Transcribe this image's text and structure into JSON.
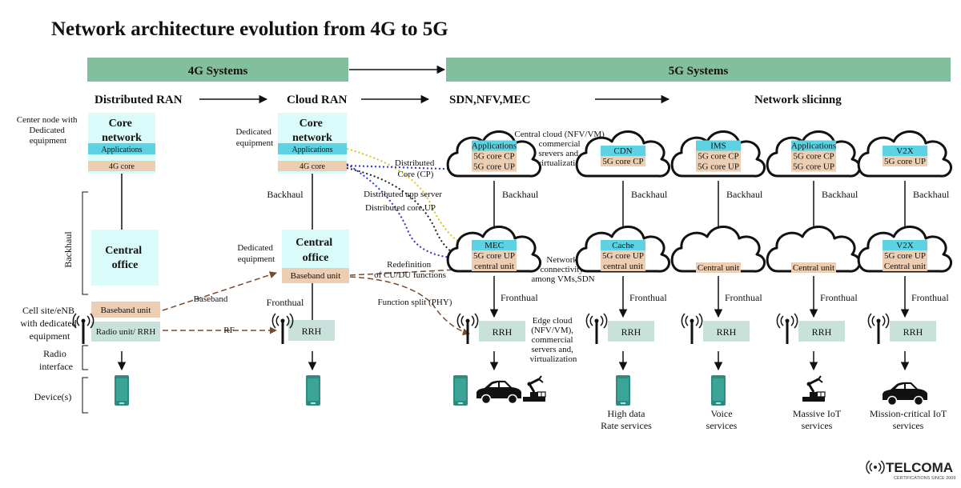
{
  "title": "Network architecture evolution from 4G to 5G",
  "colors": {
    "band": "#82bf9c",
    "core_box": "#d9fbf9",
    "app_bar": "#5dd2e3",
    "peach": "#edceb2",
    "rrh": "#c9e1db",
    "phone": "#2e8b80",
    "dash": "#7a4a2a",
    "blue_dot": "#2b33d6",
    "yellow_dot": "#d6c51a",
    "black_dot": "#222222"
  },
  "bands": {
    "g4": "4G Systems",
    "g5": "5G Systems"
  },
  "headings": {
    "dran": "Distributed RAN",
    "cran": "Cloud RAN",
    "sdn": "SDN,NFV,MEC",
    "slicing": "Network slicinng"
  },
  "left_labels": {
    "center_node": [
      "Center node with",
      "Dedicated",
      "equipment"
    ],
    "backhaul": "Backhaul",
    "cell_site": [
      "Cell site/eNB",
      "with dedicated",
      "equipment"
    ],
    "radio_interface": [
      "Radio",
      "interface"
    ],
    "devices": "Device(s)"
  },
  "dran": {
    "core": [
      "Core",
      "network"
    ],
    "applications": "Applications",
    "core4g": "4G core",
    "central_office": [
      "Central",
      "office"
    ],
    "baseband": "Baseband unit",
    "radio_unit": "Radio unit/ RRH"
  },
  "cran": {
    "dedicated1": [
      "Dedicated",
      "equipment"
    ],
    "core": [
      "Core",
      "network"
    ],
    "applications": "Applications",
    "core4g": "4G core",
    "backhaul": "Backhaul",
    "dedicated2": [
      "Dedicated",
      "equipment"
    ],
    "central_office": [
      "Central",
      "office"
    ],
    "baseband": "Baseband unit",
    "fronthaul": "Fronthual",
    "rrh": "RRH",
    "baseband_link": "Baseband",
    "rf_link": "RF"
  },
  "annotations": {
    "distributed_core": [
      "Distributed",
      "Core (CP)"
    ],
    "distributed_app": "Distributed app server",
    "distributed_up": "Distributed core UP",
    "redefinition": [
      "Redefinition",
      "of CU/DU functions"
    ],
    "function_split": "Function split (PHY)",
    "central_cloud": [
      "Central cloud (NFV/VM)",
      "commercial",
      "srevers and,",
      "virtualization"
    ],
    "network_conn": [
      "Network",
      "connectivity",
      "among VMs,SDN"
    ],
    "edge_cloud": [
      "Edge cloud",
      "(NFV/VM),",
      "commercial",
      "servers and,",
      "virtualization"
    ]
  },
  "sdn": {
    "top": [
      "Applications",
      "5G core CP",
      "5G core UP"
    ],
    "backhaul": "Backhaul",
    "mec": "MEC",
    "mec_rows": [
      "5G core UP",
      "central unit"
    ],
    "fronthaul": "Fronthual",
    "rrh": "RRH"
  },
  "slices": [
    {
      "top_cyan": [
        "CDN"
      ],
      "top_peach": [
        "5G core CP"
      ],
      "backhaul": "Backhaul",
      "mid_cyan": [
        "Cache"
      ],
      "mid_peach": [
        "5G core UP",
        "central unit"
      ],
      "fronthaul": "Fronthual",
      "rrh": "RRH",
      "service": [
        "High data",
        "Rate services"
      ]
    },
    {
      "top_cyan": [
        "IMS"
      ],
      "top_peach": [
        "5G core CP",
        "5G core UP"
      ],
      "backhaul": "Backhaul",
      "mid_cyan": [],
      "mid_peach": [
        "Central unit"
      ],
      "fronthaul": "Fronthual",
      "rrh": "RRH",
      "service": [
        "Voice",
        "services"
      ]
    },
    {
      "top_cyan": [
        "Applications"
      ],
      "top_peach": [
        "5G core CP",
        "5G core UP"
      ],
      "backhaul": "Backhaul",
      "mid_cyan": [],
      "mid_peach": [
        "Central unit"
      ],
      "fronthaul": "Fronthual",
      "rrh": "RRH",
      "service": [
        "Massive IoT",
        "services"
      ]
    },
    {
      "top_cyan": [
        "V2X"
      ],
      "top_peach": [
        "5G core UP"
      ],
      "backhaul": "Backhaul",
      "mid_cyan": [
        "V2X"
      ],
      "mid_peach": [
        "5G core UP",
        "Central unit"
      ],
      "fronthaul": "Fronthual",
      "rrh": "RRH",
      "service": [
        "Mission-critical IoT",
        "services"
      ]
    }
  ],
  "logo": {
    "name": "TELCOMA",
    "tagline": "CERTIFICATIONS SINCE 2009"
  },
  "icons": [
    "cloud-icon",
    "antenna-icon",
    "smartphone-icon",
    "car-icon",
    "robot-arm-icon",
    "arrow-icon"
  ]
}
